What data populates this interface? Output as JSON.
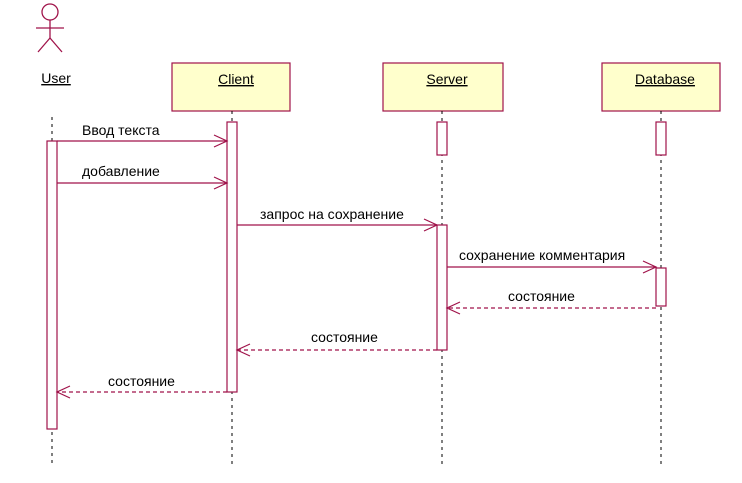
{
  "diagram": {
    "type": "sequence",
    "actor": {
      "label": "User"
    },
    "lifelines": [
      {
        "id": "client",
        "label": "Client"
      },
      {
        "id": "server",
        "label": "Server"
      },
      {
        "id": "database",
        "label": "Database"
      }
    ],
    "messages": [
      {
        "from": "user",
        "to": "client",
        "label": "Ввод текста",
        "kind": "sync"
      },
      {
        "from": "user",
        "to": "client",
        "label": "добавление",
        "kind": "sync"
      },
      {
        "from": "client",
        "to": "server",
        "label": "запрос на сохранение",
        "kind": "sync"
      },
      {
        "from": "server",
        "to": "database",
        "label": "сохранение комментария",
        "kind": "sync"
      },
      {
        "from": "database",
        "to": "server",
        "label": "состояние",
        "kind": "return"
      },
      {
        "from": "server",
        "to": "client",
        "label": "состояние",
        "kind": "return"
      },
      {
        "from": "client",
        "to": "user",
        "label": "состояние",
        "kind": "return"
      }
    ],
    "colors": {
      "line": "#a0134a",
      "box_fill": "#ffffcc",
      "box_border": "#a0134a",
      "activation_fill": "#ffffff"
    }
  }
}
